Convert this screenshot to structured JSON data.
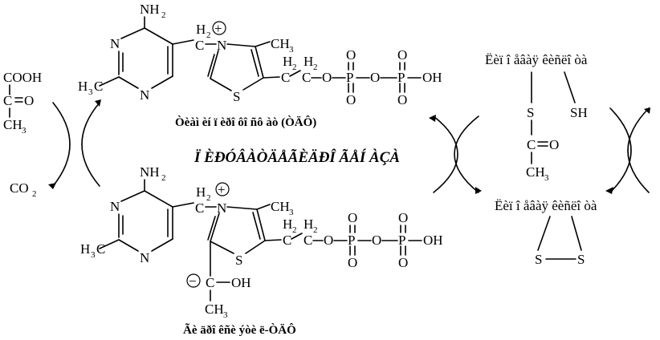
{
  "atoms": {
    "N": "N",
    "S": "S",
    "O": "O",
    "P": "P",
    "C": "C",
    "NH": "NH",
    "H": "H",
    "CH": "CH",
    "OH": "OH",
    "SH": "SH",
    "COOH": "COOH",
    "CO": "CO",
    "sub2": "2",
    "sub3": "3",
    "plus": "+",
    "minus": "−",
    "equals": "="
  },
  "captions": {
    "tpp": "Òèàì èí ï èðî ôî ñô àò (ÒÄÔ)",
    "hydroxyethyl": "Ãè äðî êñè ýòè ë-ÒÄÔ",
    "lipoamide_top": "Ëèï î åâàÿ êèñëî òà",
    "lipoamide_bottom": "Ëèï î åâàÿ êèñëî òà",
    "center_title": "Ï ÈÐÓÂÀÒÄÅÃÈÄÐÎ ÃÅÍ ÀÇÀ"
  }
}
